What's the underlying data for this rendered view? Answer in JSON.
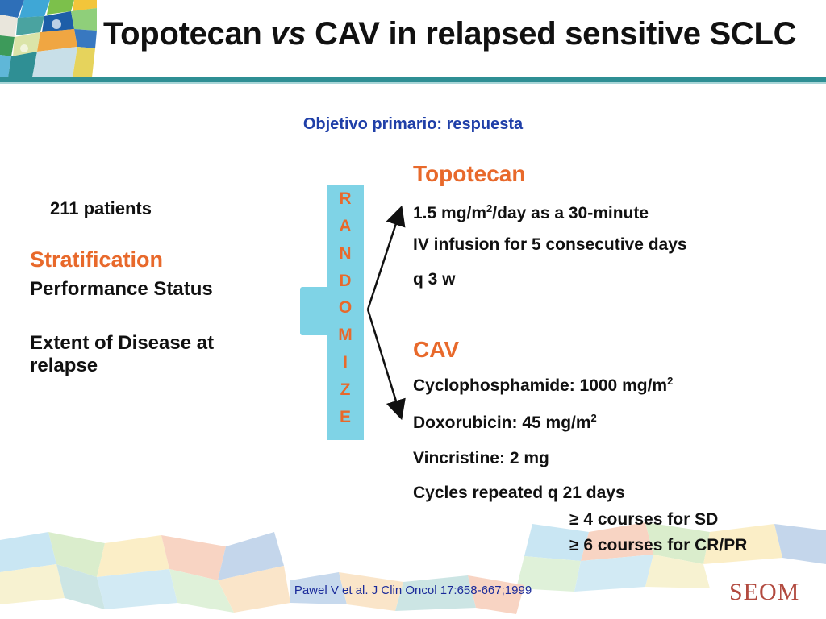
{
  "header": {
    "title_pre": "Topotecan ",
    "title_em": "vs",
    "title_post": " CAV in relapsed sensitive SCLC"
  },
  "objective": "Objetivo primario: respuesta",
  "left": {
    "patients": "211 patients",
    "stratification_heading": "Stratification",
    "stratification_items": [
      "Performance Status",
      "Extent of Disease at relapse"
    ]
  },
  "randomize_letters": [
    "R",
    "A",
    "N",
    "D",
    "O",
    "M",
    "I",
    "Z",
    "E"
  ],
  "arms": {
    "topotecan": {
      "heading": "Topotecan",
      "dose_pre": "1.5 mg/m",
      "dose_sup": "2",
      "dose_post": "/day as a 30-minute",
      "infusion": "IV infusion for 5 consecutive days",
      "schedule": "q 3 w"
    },
    "cav": {
      "heading": "CAV",
      "cyclo_pre": "Cyclophosphamide:  1000 mg/m",
      "cyclo_sup": "2",
      "doxo_pre": "Doxorubicin:  45 mg/m",
      "doxo_sup": "2",
      "vincristine": "Vincristine:  2 mg",
      "cycles": "Cycles repeated q 21 days",
      "courses_sd": "≥ 4 courses for SD",
      "courses_crpr": "≥ 6 courses for CR/PR"
    }
  },
  "footer": {
    "citation": "Pawel V et al. J Clin Oncol 17:658-667;1999",
    "logo": "SEOM"
  },
  "colors": {
    "accent_orange": "#e8692b",
    "objective_blue": "#1f3fa8",
    "randomize_box": "#7fd3e6",
    "rule_teal": "#2f8f94"
  }
}
